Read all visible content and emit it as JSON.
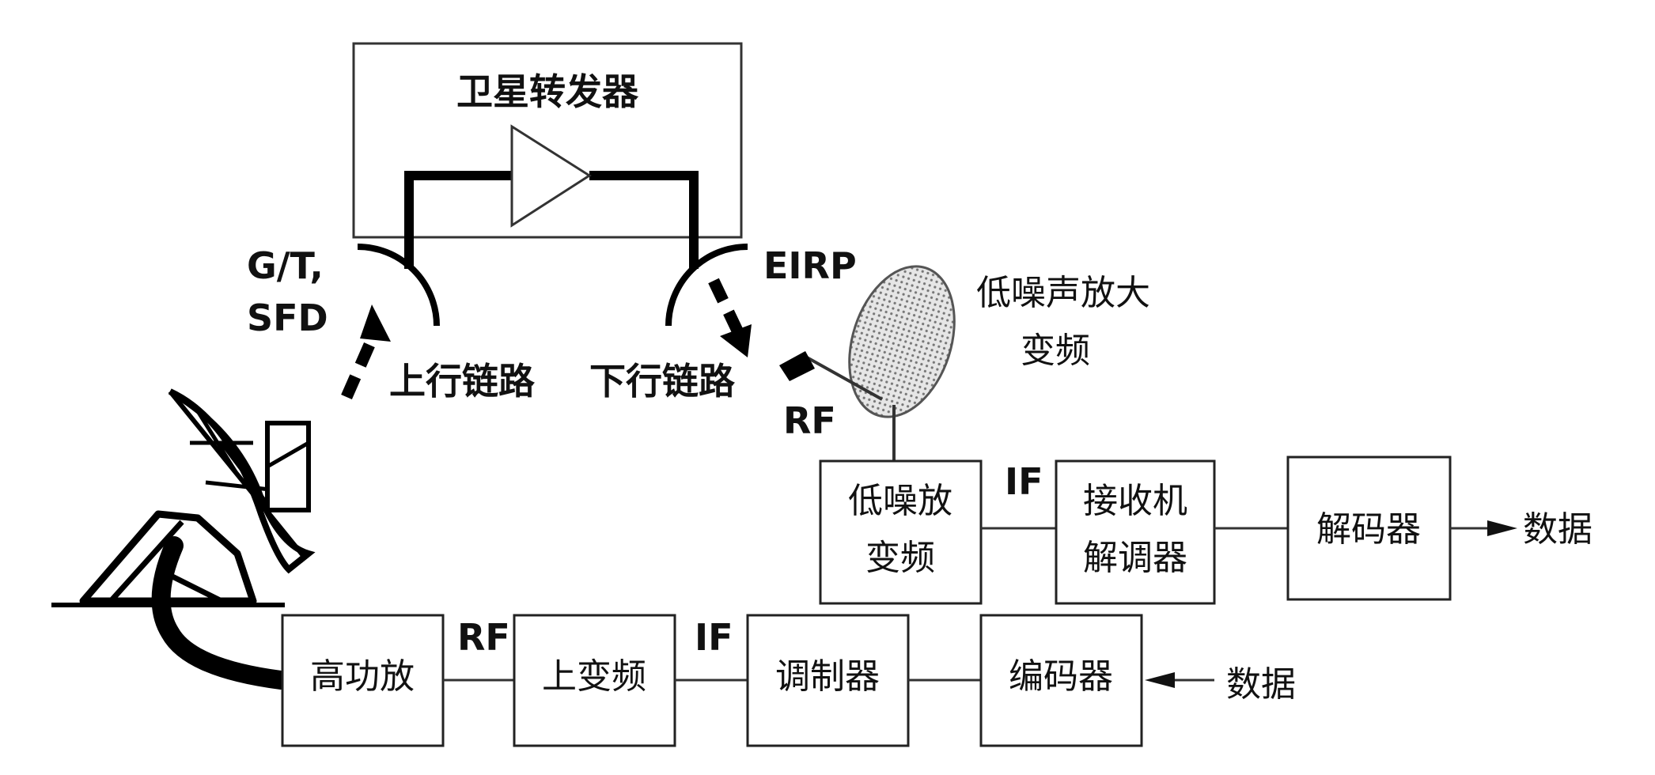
{
  "colors": {
    "ink": "#111111",
    "line": "#333333",
    "background": "#ffffff",
    "dish_fill": "#d7d7d7"
  },
  "transponder": {
    "title": "卫星转发器"
  },
  "labels": {
    "gt_sfd_line1": "G/T,",
    "gt_sfd_line2": "SFD",
    "eirp": "EIRP",
    "uplink": "上行链路",
    "downlink": "下行链路",
    "rf_receive": "RF",
    "rf_transmit": "RF",
    "if_receive": "IF",
    "if_transmit": "IF",
    "lna_dish_line1": "低噪声放大",
    "lna_dish_line2": "变频"
  },
  "receive_chain": {
    "lna_line1": "低噪放",
    "lna_line2": "变频",
    "receiver_line1": "接收机",
    "receiver_line2": "解调器",
    "decoder": "解码器",
    "data_out": "数据"
  },
  "transmit_chain": {
    "hpa": "高功放",
    "upconverter": "上变频",
    "modulator": "调制器",
    "encoder": "编码器",
    "data_in": "数据"
  }
}
